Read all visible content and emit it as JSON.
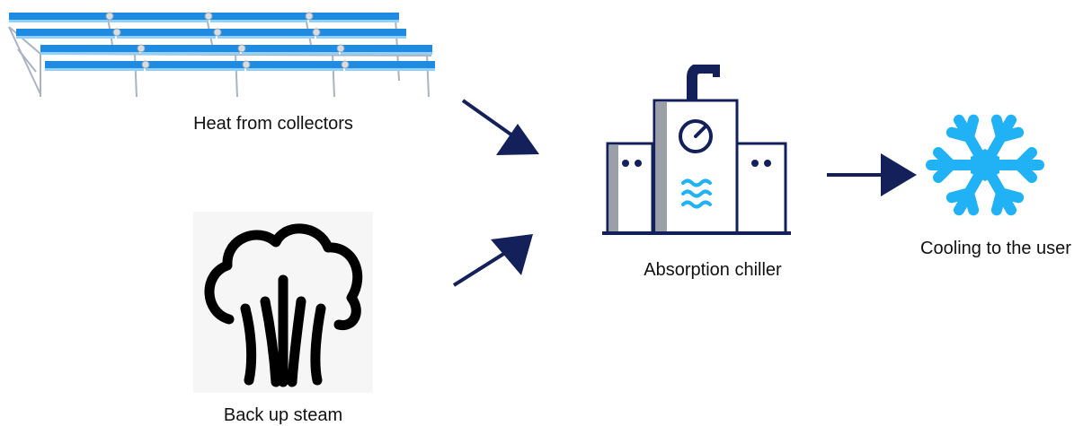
{
  "diagram": {
    "nodes": {
      "collectors": {
        "label": "Heat from collectors",
        "icon": "solar-collectors-icon"
      },
      "steam": {
        "label": "Back up steam",
        "icon": "steam-icon"
      },
      "chiller": {
        "label": "Absorption chiller",
        "icon": "absorption-chiller-icon"
      },
      "cooling": {
        "label": "Cooling to the user",
        "icon": "snowflake-icon"
      }
    },
    "edges": [
      {
        "from": "collectors",
        "to": "chiller"
      },
      {
        "from": "steam",
        "to": "chiller"
      },
      {
        "from": "chiller",
        "to": "cooling"
      }
    ]
  },
  "colors": {
    "navy": "#13205a",
    "panel_blue": "#1e8be0",
    "panel_light": "#8fd0ff",
    "frame_gray": "#aab4c0",
    "snowflake": "#20b2f5",
    "chiller_gray": "#9aa0a6",
    "steam": "#000000"
  }
}
